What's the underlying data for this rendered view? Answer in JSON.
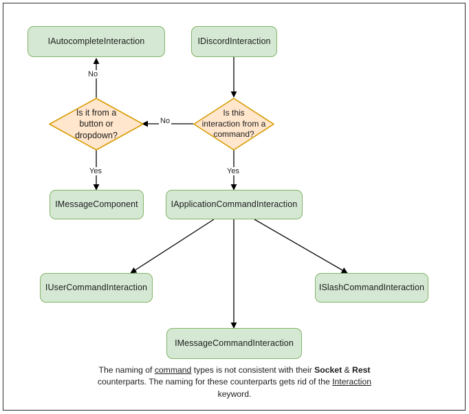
{
  "diagram": {
    "title": "Discord interaction type hierarchy flowchart",
    "colors": {
      "box_fill": "#d5e8d4",
      "box_stroke": "#82b366",
      "diamond_fill": "#ffe6cc",
      "diamond_stroke": "#d79b00",
      "edge_stroke": "#000000",
      "frame_stroke": "#2b2b2b",
      "text": "#1b1b1b"
    },
    "nodes": [
      {
        "id": "autocomplete",
        "shape": "box",
        "label": "IAutocompleteInteraction"
      },
      {
        "id": "discord",
        "shape": "box",
        "label": "IDiscordInteraction"
      },
      {
        "id": "decision_button",
        "shape": "diamond",
        "label": "Is it from a\nbutton or\ndropdown?"
      },
      {
        "id": "decision_command",
        "shape": "diamond",
        "label": "Is this\ninteraction from a\ncommand?"
      },
      {
        "id": "message_component",
        "shape": "box",
        "label": "IMessageComponent"
      },
      {
        "id": "application_command",
        "shape": "box",
        "label": "IApplicationCommandInteraction"
      },
      {
        "id": "user_command",
        "shape": "box",
        "label": "IUserCommandInteraction"
      },
      {
        "id": "slash_command",
        "shape": "box",
        "label": "ISlashCommandInteraction"
      },
      {
        "id": "message_command",
        "shape": "box",
        "label": "IMessageCommandInteraction"
      }
    ],
    "edges": [
      {
        "from": "discord",
        "to": "decision_command",
        "label": ""
      },
      {
        "from": "decision_command",
        "to": "decision_button",
        "label": "No"
      },
      {
        "from": "decision_command",
        "to": "application_command",
        "label": "Yes"
      },
      {
        "from": "decision_button",
        "to": "autocomplete",
        "label": "No"
      },
      {
        "from": "decision_button",
        "to": "message_component",
        "label": "Yes"
      },
      {
        "from": "application_command",
        "to": "user_command",
        "label": ""
      },
      {
        "from": "application_command",
        "to": "message_command",
        "label": ""
      },
      {
        "from": "application_command",
        "to": "slash_command",
        "label": ""
      }
    ],
    "edge_labels": {
      "no_to_autocomplete": "No",
      "no_between_decisions": "No",
      "yes_to_message_component": "Yes",
      "yes_to_application_command": "Yes"
    },
    "footnote": {
      "part1": "The naming of ",
      "underline1": "command",
      "part2": " types is not consistent with their ",
      "bold1": "Socket",
      "part3": " & ",
      "bold2": "Rest",
      "part4": " counterparts. The naming for these counterparts gets rid of the ",
      "underline2": "Interaction",
      "part5": " keyword."
    }
  }
}
